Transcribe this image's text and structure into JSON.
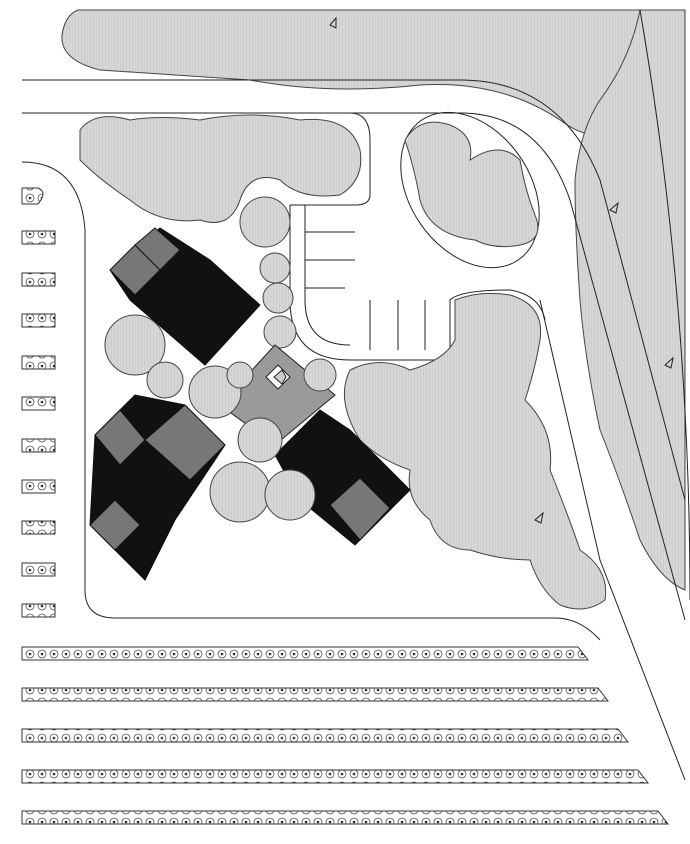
{
  "colors": {
    "background": "#ffffff",
    "line": "#222222",
    "tree_fill": "#d6d6d6",
    "tree_stroke": "#444444",
    "tree_hatch": "#c2c2c2",
    "roof_dark": "#111111",
    "roof_mid": "#777777",
    "courtyard": "#9a9a9a",
    "hedge_fill": "#ffffff",
    "hedge_dot": "#444444"
  },
  "icons": [
    "deciduous-tree-symbol",
    "shrub-hedge-symbol",
    "building-roof-symbol",
    "north-marker-symbol"
  ],
  "legend": {}
}
